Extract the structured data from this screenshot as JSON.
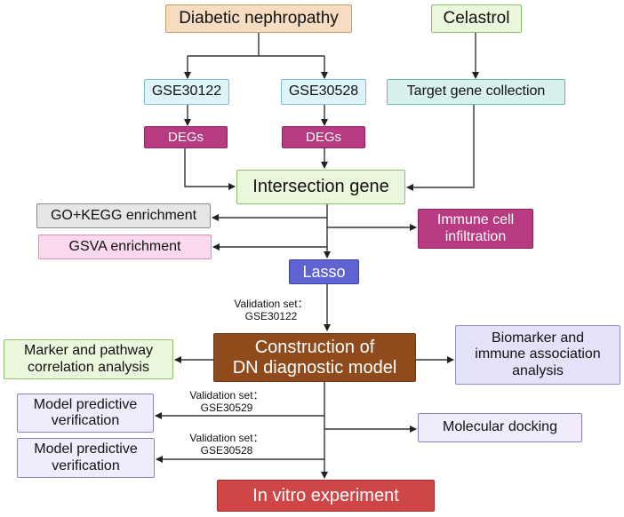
{
  "nodes": {
    "diabetic_nephropathy": "Diabetic nephropathy",
    "celastrol": "Celastrol",
    "gse30122": "GSE30122",
    "gse30528": "GSE30528",
    "target_gene_collection": "Target gene collection",
    "degs_left": "DEGs",
    "degs_right": "DEGs",
    "intersection_gene": "Intersection gene",
    "go_kegg": "GO+KEGG enrichment",
    "gsva": "GSVA enrichment",
    "immune_cell": "Immune cell\ninfiltration",
    "lasso": "Lasso",
    "construction": "Construction of\nDN diagnostic model",
    "marker_pathway": "Marker and pathway\ncorrelation analysis",
    "biomarker_immune": "Biomarker and\nimmune association\nanalysis",
    "model_pred_1": "Model predictive\nverification",
    "model_pred_2": "Model predictive\nverification",
    "molecular_docking": "Molecular docking",
    "in_vitro": "In vitro experiment"
  },
  "labels": {
    "validation_1": "Validation set：\nGSE30122",
    "validation_2": "Validation set：\nGSE30529",
    "validation_3": "Validation set：\nGSE30528"
  },
  "colors": {
    "tan": "#f6dcc0",
    "green": "#eaf7dd",
    "cyan": "#def4f8",
    "teal": "#d9f1ed",
    "magenta": "#b83a80",
    "grey": "#e6e6e6",
    "pink": "#fbd8ec",
    "blue": "#5f63d2",
    "brown": "#8f4b1c",
    "lavender": "#e4e2f8",
    "violet_light": "#f1ecfb",
    "red": "#cf4646"
  }
}
